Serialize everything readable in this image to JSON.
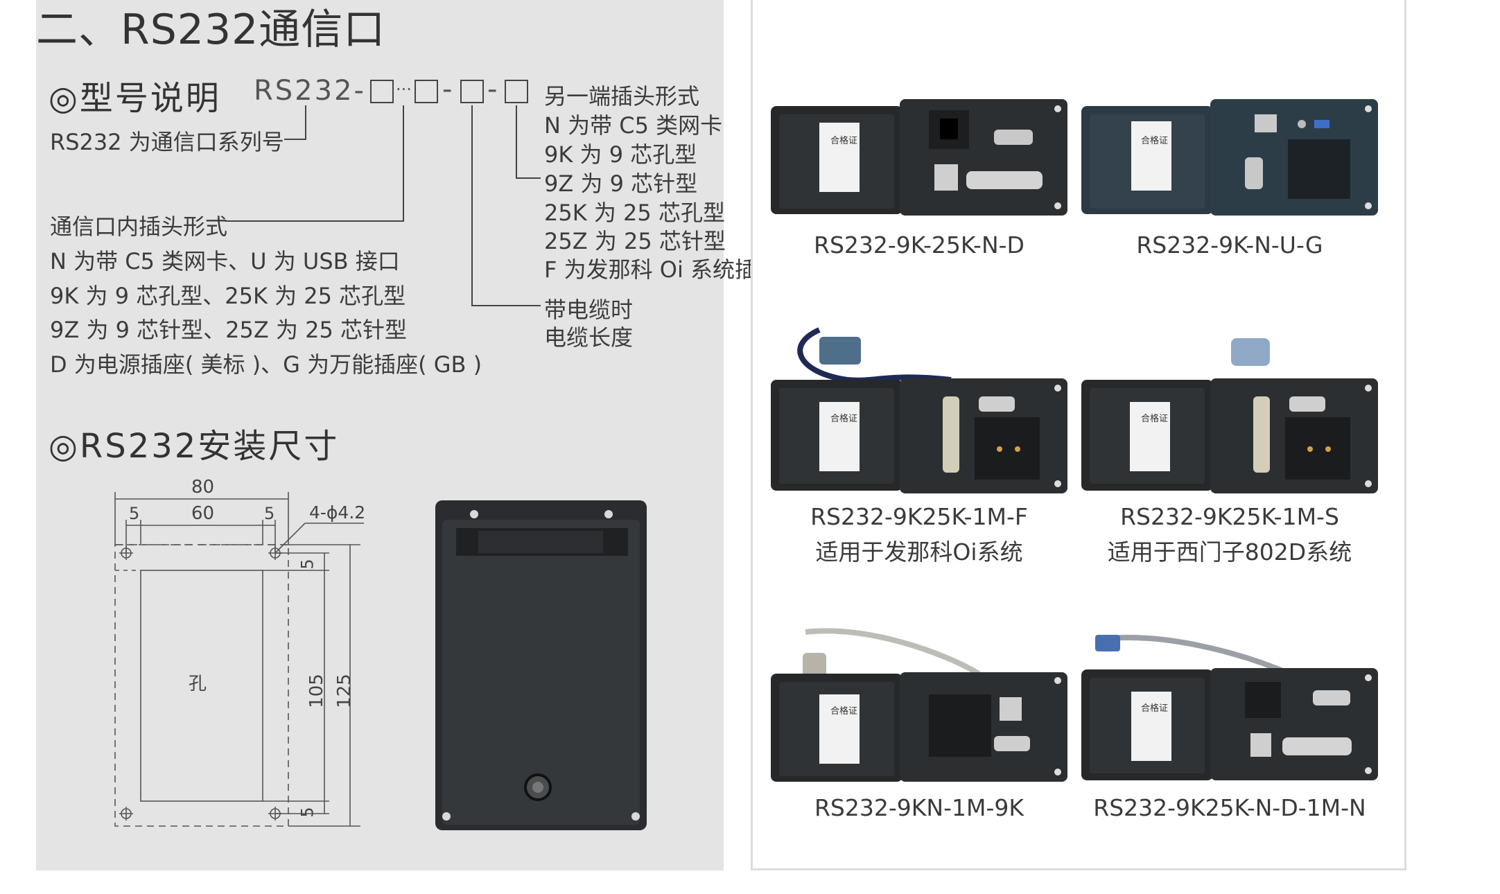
{
  "title": "二、RS232通信口",
  "model": {
    "heading": "◎型号说明",
    "code_prefix": "RS232-",
    "dash": "-",
    "dots": "···",
    "series_note": "RS232 为通信口系列号",
    "inner_plug": {
      "heading": "通信口内插头形式",
      "lines": [
        "N 为带 C5 类网卡、U 为 USB 接口",
        "9K 为 9 芯孔型、25K 为 25 芯孔型",
        "9Z 为 9 芯针型、25Z 为 25 芯针型",
        "D 为电源插座( 美标 )、G 为万能插座( GB )"
      ]
    },
    "cable": {
      "lines": [
        "带电缆时",
        "电缆长度"
      ]
    },
    "other_end": {
      "heading": "另一端插头形式",
      "lines": [
        "N 为带 C5 类网卡",
        "9K 为 9 芯孔型",
        "9Z 为 9 芯针型",
        "25K 为 25 芯孔型",
        "25Z 为 25 芯针型",
        "F 为发那科 Oi 系统插头"
      ]
    }
  },
  "install": {
    "heading": "◎RS232安装尺寸",
    "dims": {
      "width_total": "80",
      "width_inner": "60",
      "margin_left": "5",
      "margin_right": "5",
      "holes": "4-ϕ4.2",
      "margin_top": "5",
      "margin_bottom": "5",
      "height_inner": "105",
      "height_total": "125",
      "center_label": "孔"
    }
  },
  "products": [
    {
      "caption": "RS232-9K-25K-N-D",
      "subcaption": ""
    },
    {
      "caption": "RS232-9K-N-U-G",
      "subcaption": ""
    },
    {
      "caption": "RS232-9K25K-1M-F",
      "subcaption": "适用于发那科Oi系统"
    },
    {
      "caption": "RS232-9K25K-1M-S",
      "subcaption": "适用于西门子802D系统"
    },
    {
      "caption": "RS232-9KN-1M-9K",
      "subcaption": ""
    },
    {
      "caption": "RS232-9K25K-N-D-1M-N",
      "subcaption": ""
    }
  ],
  "label_text": "合格证",
  "colors": {
    "panel": "#e4e4e4",
    "device": "#2b2e31",
    "text": "#3a3a3a"
  }
}
